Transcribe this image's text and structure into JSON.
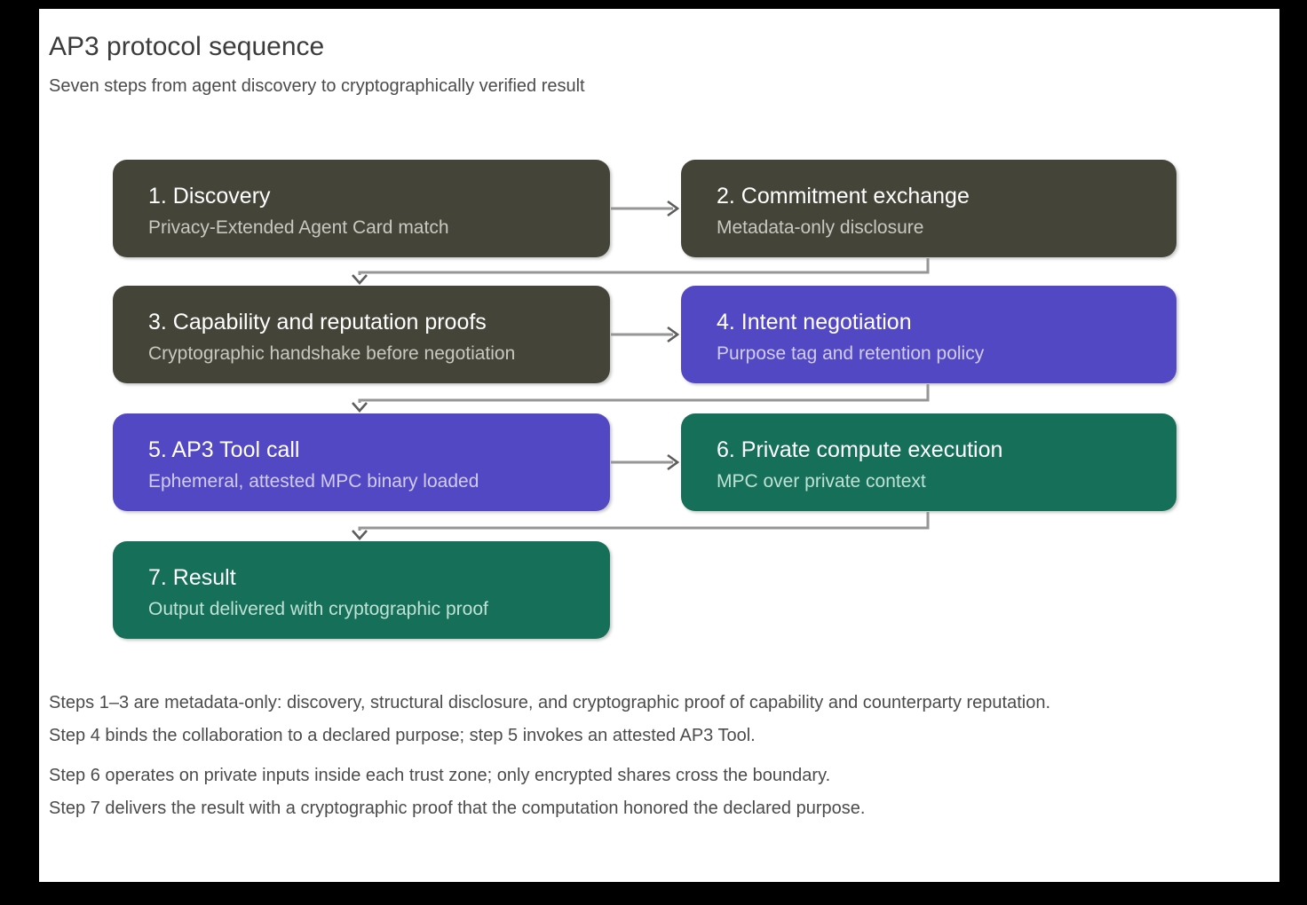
{
  "page": {
    "title": "AP3 protocol sequence",
    "subtitle": "Seven steps from agent discovery to cryptographically verified result"
  },
  "colors": {
    "dark": "#454439",
    "purple": "#5348c4",
    "green": "#156f59",
    "connector": "#969696",
    "arrowhead": "#5d5d5d"
  },
  "steps": [
    {
      "title": "1. Discovery",
      "subtitle": "Privacy-Extended Agent Card match",
      "color_key": "dark"
    },
    {
      "title": "2. Commitment exchange",
      "subtitle": "Metadata-only disclosure",
      "color_key": "dark"
    },
    {
      "title": "3. Capability and reputation proofs",
      "subtitle": "Cryptographic handshake before negotiation",
      "color_key": "dark"
    },
    {
      "title": "4. Intent negotiation",
      "subtitle": "Purpose tag and retention policy",
      "color_key": "purple"
    },
    {
      "title": "5. AP3 Tool call",
      "subtitle": "Ephemeral, attested MPC binary loaded",
      "color_key": "purple"
    },
    {
      "title": "6. Private compute execution",
      "subtitle": "MPC over private context",
      "color_key": "green"
    },
    {
      "title": "7. Result",
      "subtitle": "Output delivered with cryptographic proof",
      "color_key": "green"
    }
  ],
  "notes": [
    "Steps 1–3 are metadata-only: discovery, structural disclosure, and cryptographic proof of capability and counterparty reputation.",
    "Step 4 binds the collaboration to a declared purpose; step 5 invokes an attested AP3 Tool.",
    "Step 6 operates on private inputs inside each trust zone; only encrypted shares cross the boundary.",
    "Step 7 delivers the result with a cryptographic proof that the computation honored the declared purpose."
  ]
}
